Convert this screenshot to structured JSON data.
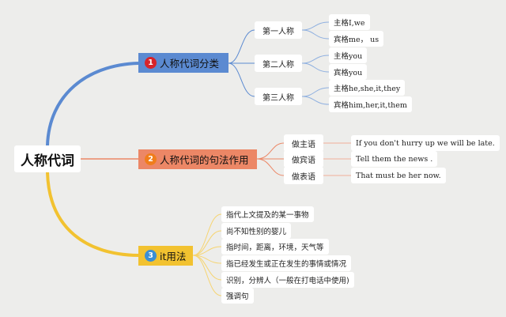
{
  "root": {
    "label": "人称代词"
  },
  "branches": [
    {
      "number": "1",
      "label": "人称代词分类",
      "color": "#5b8ad1",
      "subs": [
        {
          "label": "第一人称",
          "leaves": [
            "主格I,we",
            "宾格me， us"
          ]
        },
        {
          "label": "第二人称",
          "leaves": [
            "主格you",
            "宾格you"
          ]
        },
        {
          "label": "第三人称",
          "leaves": [
            "主格he,she,it,they",
            "宾格him,her,it,them"
          ]
        }
      ]
    },
    {
      "number": "2",
      "label": "人称代词的句法作用",
      "color": "#ec8766",
      "subs": [
        {
          "label": "做主语",
          "leaves": [
            "If you don't hurry up we will be late."
          ]
        },
        {
          "label": "做宾语",
          "leaves": [
            "Tell them the news ."
          ]
        },
        {
          "label": "做表语",
          "leaves": [
            "That must be her now."
          ]
        }
      ]
    },
    {
      "number": "3",
      "label": "it用法",
      "color": "#f2c230",
      "items": [
        "指代上文提及的某一事物",
        "尚不知性别的婴儿",
        "指时间，距离，环境，天气等",
        "指已经发生或正在发生的事情或情况",
        "识别，分辨人（一般在打电话中使用)",
        "强调句"
      ]
    }
  ]
}
